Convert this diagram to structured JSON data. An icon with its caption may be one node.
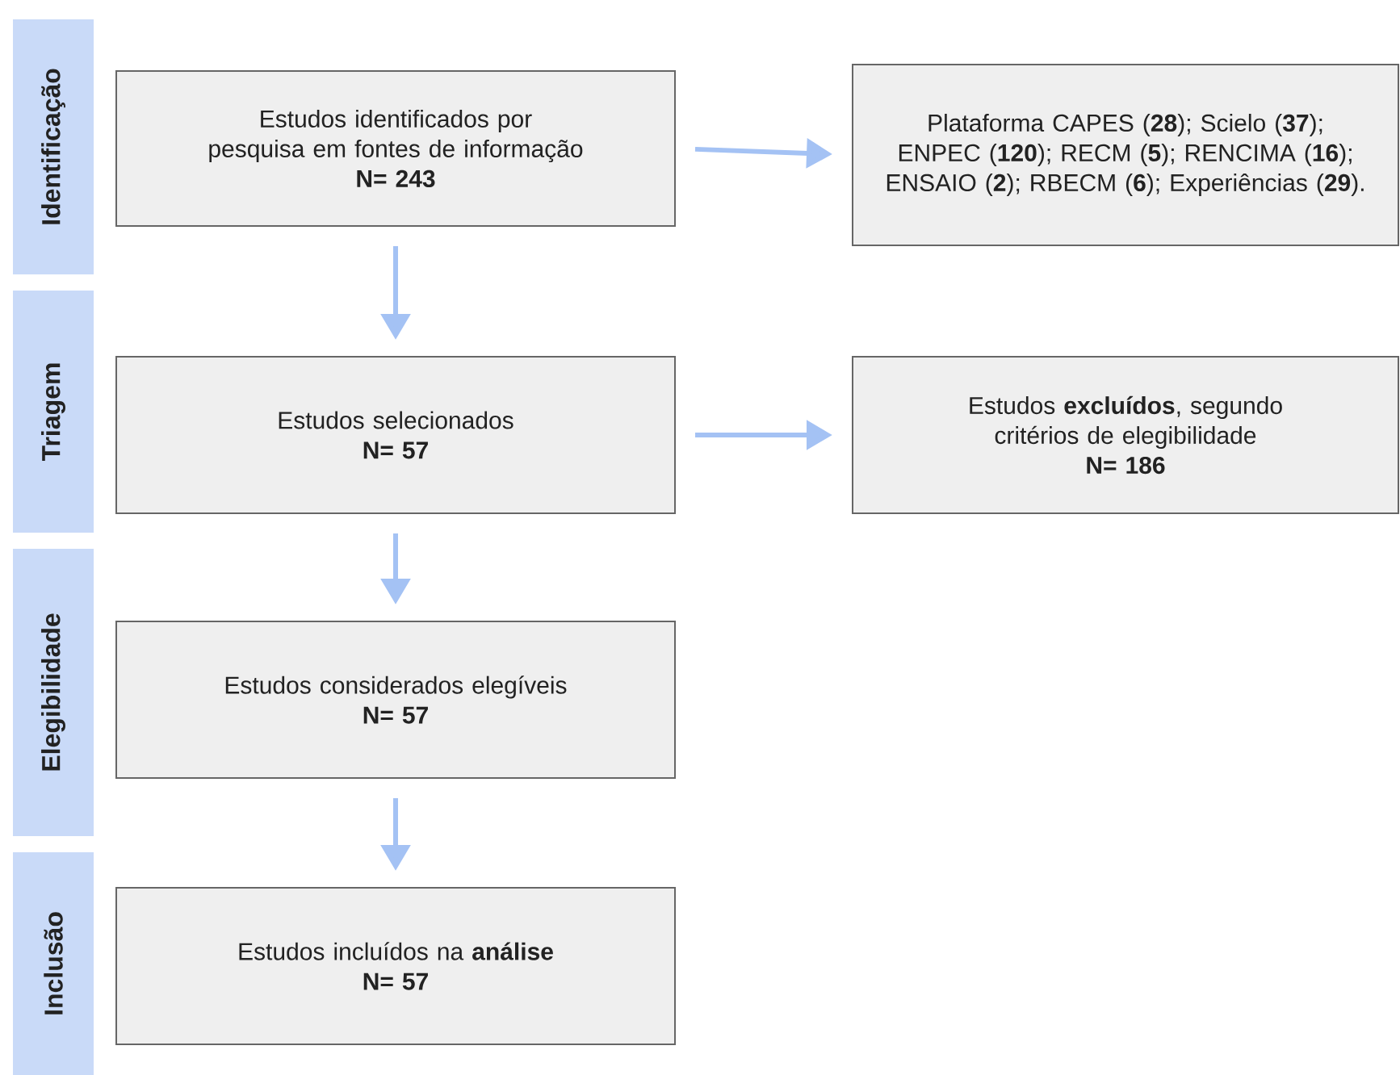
{
  "diagram": {
    "nodes": [
      {
        "text": [
          "Identificação"
        ]
      },
      {
        "text": [
          "Estudos identificados por pesquisa em fontes de informação",
          "N= 243"
        ]
      },
      {
        "text": [
          "Plataforma CAPES (**28**); Scielo (**37**); ENPEC (**120**); RECM (**5**); RENCIMA (**16**); ENSAIO (**2**); RBECM (**6**); Experiências (**29**)."
        ]
      },
      {
        "text": [
          "Triagem"
        ]
      },
      {
        "text": [
          "Estudos selecionados",
          "N= 57"
        ]
      },
      {
        "text": [
          "Estudos **excluídos**, segundo critérios de elegibilidade",
          "N= 186"
        ]
      },
      {
        "text": [
          "Elegibilidade"
        ]
      },
      {
        "text": [
          "Estudos considerados elegíveis",
          "N= 57"
        ]
      },
      {
        "text": [
          "Inclusão"
        ]
      },
      {
        "text": [
          "Estudos incluídos na **análise**",
          "N= 57"
        ]
      }
    ],
    "edges": [
      {
        "from": 1,
        "to": 2,
        "arrow": "to"
      },
      {
        "from": 1,
        "to": 4,
        "arrow": "to"
      },
      {
        "from": 4,
        "to": 5,
        "arrow": "to"
      },
      {
        "from": 4,
        "to": 7,
        "arrow": "to"
      },
      {
        "from": 7,
        "to": 9,
        "arrow": "to"
      }
    ]
  }
}
